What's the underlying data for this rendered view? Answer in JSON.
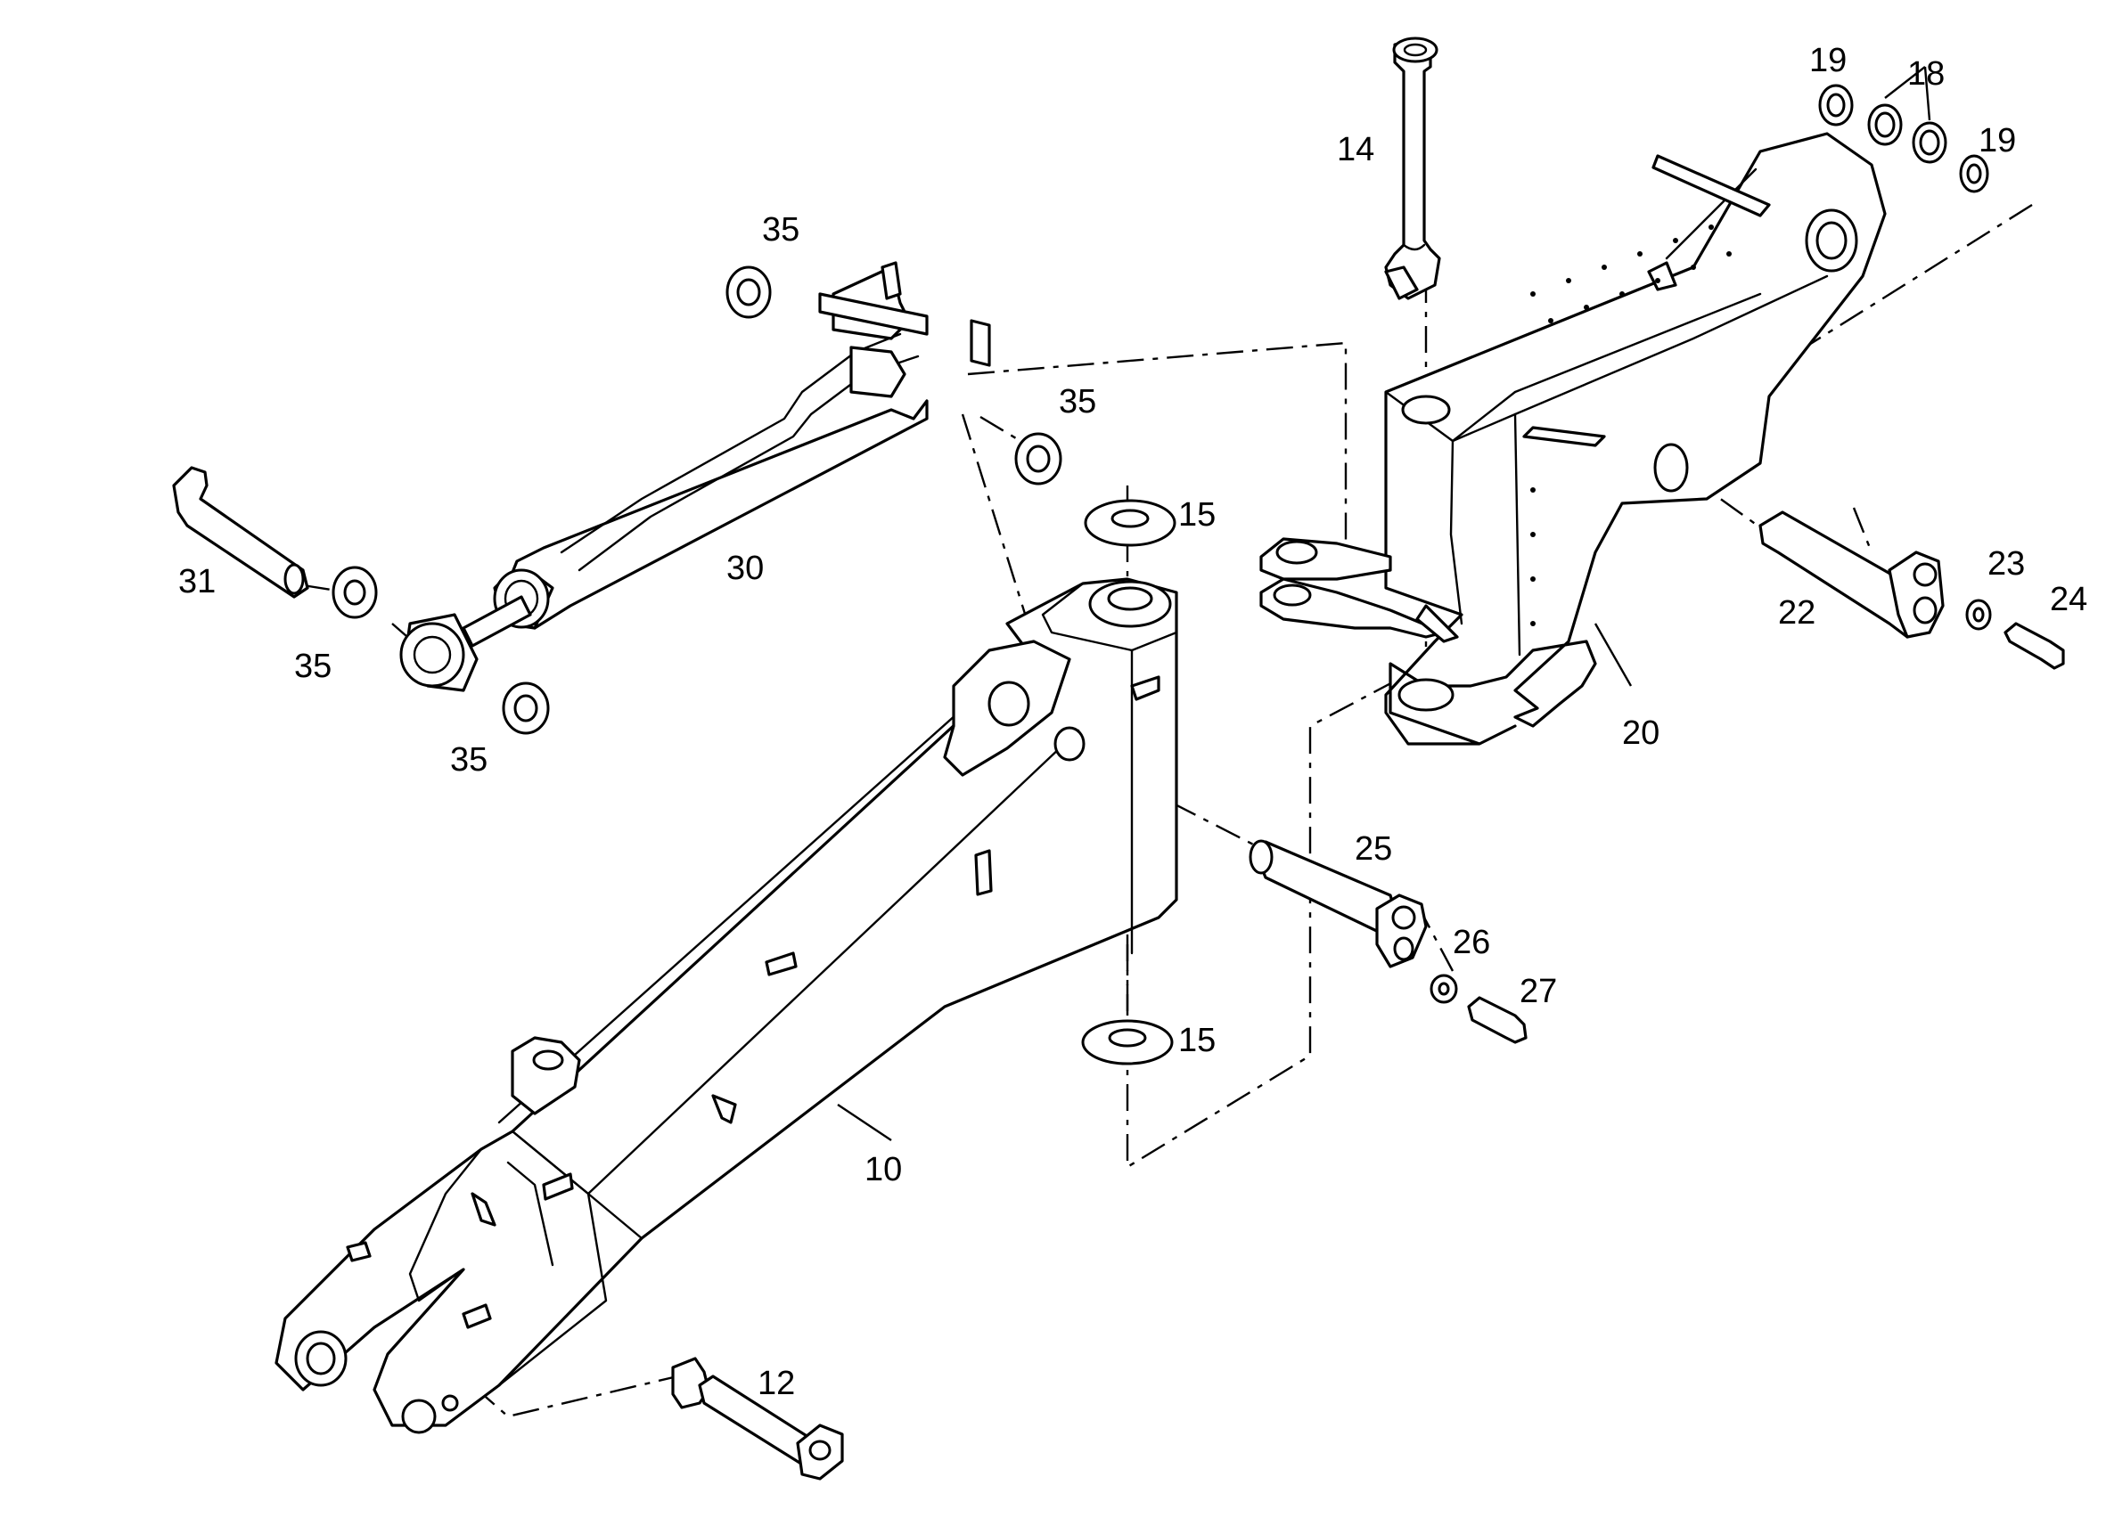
{
  "callouts": {
    "p10": "10",
    "p12": "12",
    "p14": "14",
    "p15a": "15",
    "p15b": "15",
    "p18": "18",
    "p19a": "19",
    "p19b": "19",
    "p20": "20",
    "p22": "22",
    "p23": "23",
    "p24": "24",
    "p25": "25",
    "p26": "26",
    "p27": "27",
    "p30": "30",
    "p31": "31",
    "p35a": "35",
    "p35b": "35",
    "p35c": "35",
    "p35d": "35"
  }
}
